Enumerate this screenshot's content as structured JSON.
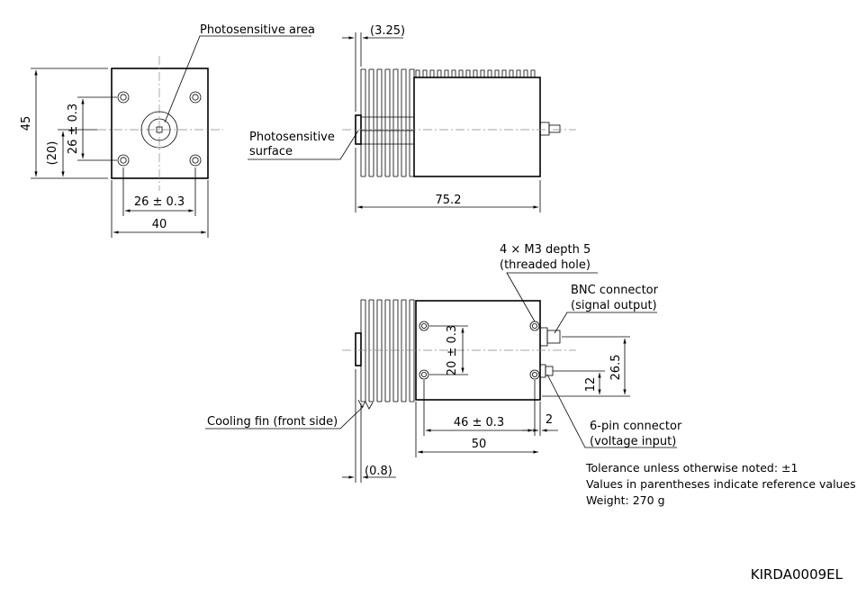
{
  "front_view": {
    "photosensitive_area_label": "Photosensitive area",
    "height_dim": "45",
    "height_ref_dim": "(20)",
    "hole_vertical_dim": "26 ± 0.3",
    "hole_horizontal_dim": "26 ± 0.3",
    "width_dim": "40"
  },
  "side_view": {
    "fin_offset_dim": "(3.25)",
    "photosensitive_surface_label_1": "Photosensitive",
    "photosensitive_surface_label_2": "surface",
    "length_dim": "75.2"
  },
  "bottom_view": {
    "threaded_hole_label_1": "4 × M3 depth 5",
    "threaded_hole_label_2": "(threaded hole)",
    "bnc_label_1": "BNC connector",
    "bnc_label_2": "(signal output)",
    "hole_spacing_vertical_dim": "20 ± 0.3",
    "bnc_height_dim": "26.5",
    "pin_height_dim": "12",
    "hole_spacing_horizontal_dim": "46 ± 0.3",
    "connector_offset_dim": "2",
    "body_length_dim": "50",
    "fin_thickness_dim": "(0.8)",
    "cooling_fin_label": "Cooling fin (front side)",
    "six_pin_label_1": "6-pin connector",
    "six_pin_label_2": "(voltage input)"
  },
  "notes": [
    "Tolerance unless otherwise noted: ±1",
    "Values in parentheses indicate reference values.",
    "Weight: 270 g"
  ],
  "drawing_code": "KIRDA0009EL"
}
